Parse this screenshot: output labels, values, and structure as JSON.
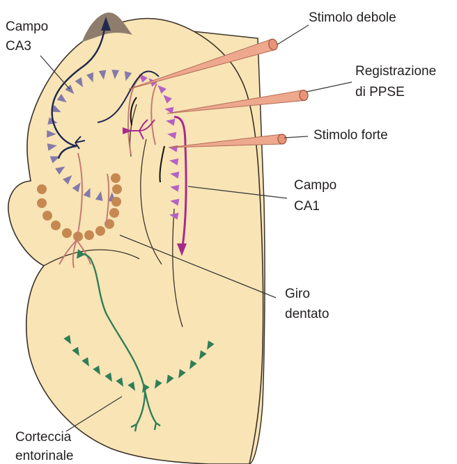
{
  "labels": {
    "campo_ca3": [
      "Campo",
      "CA3"
    ],
    "stimolo_debole": "Stimolo debole",
    "registrazione": [
      "Registrazione",
      "di PPSE"
    ],
    "stimolo_forte": "Stimolo forte",
    "campo_ca1": [
      "Campo",
      "CA1"
    ],
    "giro_dentato": [
      "Giro",
      "dentato"
    ],
    "corteccia": [
      "Corteccia",
      "entorinale"
    ]
  },
  "colors": {
    "tissue": "#f8e4b5",
    "outline": "#3a3128",
    "cap": "#8e7d6c",
    "ca3_neurons": "#837aa9",
    "ca1_neurons": "#b561c4",
    "ca1_axon": "#a62b8d",
    "dentate_cells": "#c68851",
    "entorhinal_neurons": "#2f7e58",
    "schaffer_axon": "#c57a72",
    "mossy_axon": "#22294f",
    "electrode": "#eda88d"
  },
  "icons": [
    "electrode-icon",
    "pyramidal-neuron-icon",
    "granule-cell-icon"
  ]
}
